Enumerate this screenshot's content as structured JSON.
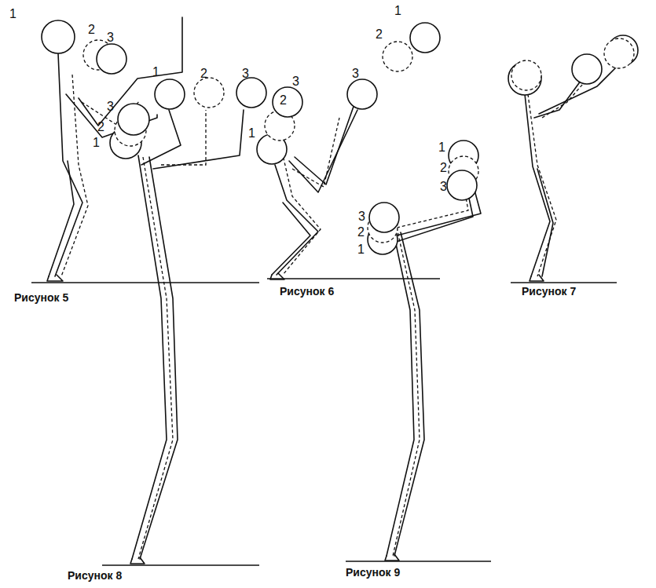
{
  "diagram": {
    "labels": [
      "1",
      "2",
      "3",
      "1",
      "2",
      "3",
      "3",
      "2",
      "1",
      "Рисунок 5",
      "Рисунок 6",
      "Рисунок 7",
      "1",
      "2",
      "3",
      "3",
      "2",
      "1",
      "1",
      "2",
      "3",
      "3",
      "2",
      "1",
      "Рисунок 8",
      "Рисунок 9"
    ]
  }
}
